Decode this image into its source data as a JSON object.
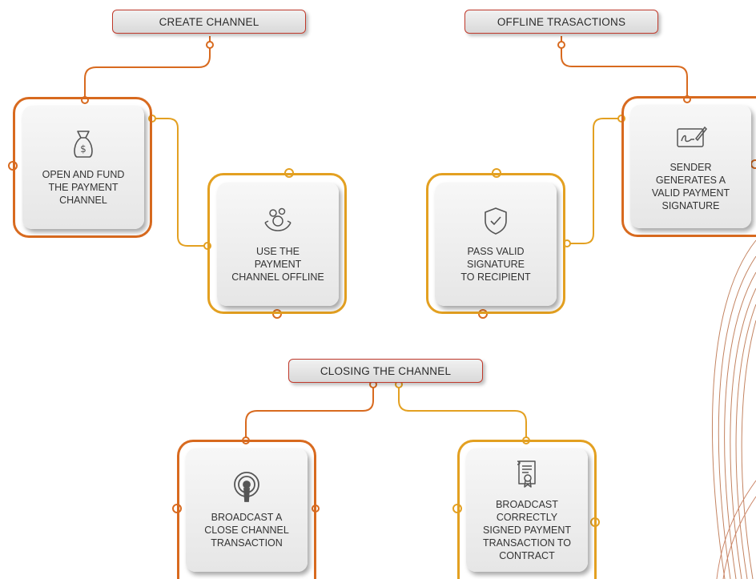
{
  "sections": {
    "create": "CREATE CHANNEL",
    "offline": "OFFLINE TRASACTIONS",
    "closing": "CLOSING THE CHANNEL"
  },
  "cards": {
    "open_fund": "OPEN AND FUND\nTHE PAYMENT\nCHANNEL",
    "use_offline": "USE THE\nPAYMENT\nCHANNEL OFFLINE",
    "pass_signature": "PASS VALID\nSIGNATURE\nTO RECIPIENT",
    "sender_generates": "SENDER\nGENERATES A\nVALID PAYMENT\nSIGNATURE",
    "broadcast_close": "BROADCAST A\nCLOSE CHANNEL\nTRANSACTION",
    "broadcast_signed": "BROADCAST\nCORRECTLY\nSIGNED PAYMENT\nTRANSACTION TO\nCONTRACT"
  },
  "colors": {
    "orange": "#d86a1f",
    "gold": "#e3a021",
    "red": "#c0392b"
  },
  "icons": [
    "money-bag-icon",
    "coins-hand-icon",
    "shield-check-icon",
    "signature-pad-icon",
    "broadcast-icon",
    "certificate-icon"
  ]
}
